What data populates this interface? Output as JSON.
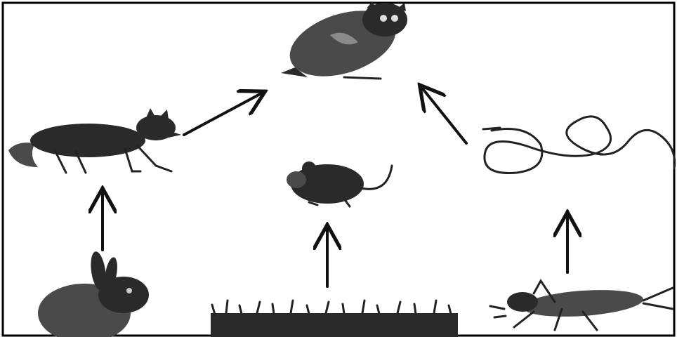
{
  "organisms": [
    {
      "id": "owl",
      "icon": "owl-icon"
    },
    {
      "id": "fox",
      "icon": "fox-icon"
    },
    {
      "id": "mouse",
      "icon": "mouse-icon"
    },
    {
      "id": "snake",
      "icon": "snake-icon"
    },
    {
      "id": "rabbit",
      "icon": "rabbit-icon"
    },
    {
      "id": "grass",
      "icon": "grass-icon"
    },
    {
      "id": "grasshopper",
      "icon": "grasshopper-icon"
    }
  ],
  "links": [
    {
      "from": "rabbit",
      "to": "fox"
    },
    {
      "from": "grass",
      "to": "mouse"
    },
    {
      "from": "grasshopper",
      "to": "snake"
    },
    {
      "from": "fox",
      "to": "owl"
    },
    {
      "from": "snake",
      "to": "owl"
    }
  ],
  "colors": {
    "ink": "#111111",
    "background": "#ffffff"
  }
}
